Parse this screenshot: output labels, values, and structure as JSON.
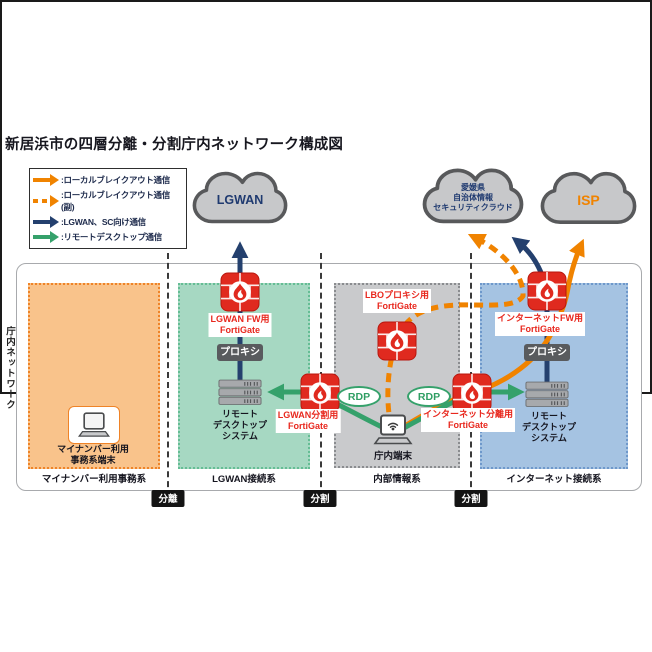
{
  "title": "新居浜市の四層分離・分割庁内ネットワーク構成図",
  "legend": {
    "items": [
      {
        "label": ":ローカルブレイクアウト通信",
        "style": "solid",
        "color": "#F08300"
      },
      {
        "label": ":ローカルブレイクアウト通信(副)",
        "style": "dashed",
        "color": "#F08300"
      },
      {
        "label": ":LGWAN、SC向け通信",
        "style": "solid",
        "color": "#24406E"
      },
      {
        "label": ":リモートデスクトップ通信",
        "style": "solid",
        "color": "#35A16B"
      }
    ]
  },
  "clouds": {
    "lgwan": {
      "label": "LGWAN",
      "text_color": "#1F3A70"
    },
    "security": {
      "label": "愛媛県\n自治体情報\nセキュリティクラウド",
      "text_color": "#1F3A70"
    },
    "isp": {
      "label": "ISP",
      "text_color": "#F08300"
    }
  },
  "network": {
    "container_label": "庁内ネットワーク",
    "zones": [
      {
        "id": "mynumber",
        "label": "マイナンバー利用事務系",
        "fill": "#F9C38B"
      },
      {
        "id": "lgwan",
        "label": "LGWAN接続系",
        "fill": "#A6D8C2"
      },
      {
        "id": "internal",
        "label": "内部情報系",
        "fill": "#C9CACC"
      },
      {
        "id": "internet",
        "label": "インターネット接続系",
        "fill": "#A5C3E2"
      }
    ],
    "separators": [
      {
        "label": "分離"
      },
      {
        "label": "分割"
      },
      {
        "label": "分割"
      }
    ]
  },
  "devices": {
    "fortigates": [
      {
        "id": "lgwan-fw",
        "label": "LGWAN FW用\nFortiGate"
      },
      {
        "id": "lbo-proxy",
        "label": "LBOプロキシ用\nFortiGate"
      },
      {
        "id": "lgwan-split",
        "label": "LGWAN分割用\nFortiGate"
      },
      {
        "id": "internet-split",
        "label": "インターネット分離用\nFortiGate"
      },
      {
        "id": "internet-fw",
        "label": "インターネットFW用\nFortiGate"
      }
    ],
    "proxies": [
      {
        "label": "プロキシ"
      },
      {
        "label": "プロキシ"
      }
    ],
    "servers": [
      {
        "label": "リモート\nデスクトップ\nシステム"
      },
      {
        "label": "リモート\nデスクトップ\nシステム"
      }
    ],
    "rdp_badges": [
      {
        "label": "RDP"
      },
      {
        "label": "RDP"
      }
    ],
    "terminals": [
      {
        "label": "マイナンバー利用\n事務系端末"
      },
      {
        "label": "庁内端末"
      }
    ]
  },
  "colors": {
    "lbo_orange": "#F08300",
    "lgwan_navy": "#24406E",
    "rdp_green": "#35A16B",
    "fortigate_red": "#E02A1F",
    "cloud_gray": "#C7C8CA",
    "proxy_gray": "#595B5E"
  }
}
